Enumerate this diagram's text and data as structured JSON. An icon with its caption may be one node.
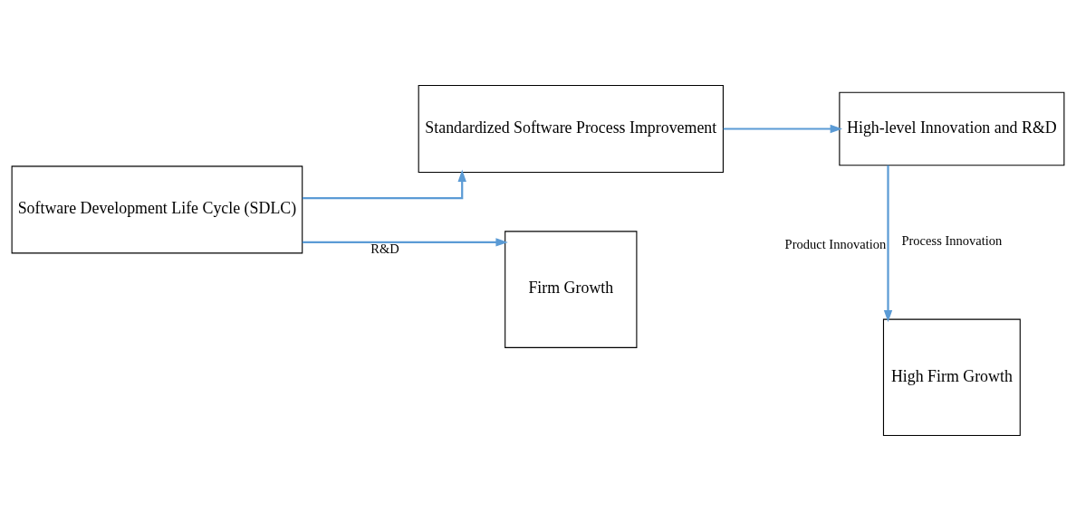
{
  "diagram": {
    "nodes": [
      {
        "text": [
          "Software Development Life Cycle (SDLC)"
        ]
      },
      {
        "text": [
          "Standardized Software Process Improvement"
        ]
      },
      {
        "text": [
          "High-level Innovation and R&D"
        ]
      },
      {
        "text": [
          "Firm Growth"
        ]
      },
      {
        "text": [
          "High Firm Growth"
        ]
      }
    ],
    "edges": [
      {
        "from": 0,
        "to": 1,
        "arrow": "to"
      },
      {
        "from": 1,
        "to": 2,
        "arrow": "to"
      },
      {
        "from": 0,
        "to": 3,
        "arrow": "to",
        "label": "R&D"
      },
      {
        "from": 2,
        "to": 4,
        "arrow": "to",
        "label": "Product Innovation"
      }
    ],
    "labels": [
      "Process Innovation"
    ]
  }
}
